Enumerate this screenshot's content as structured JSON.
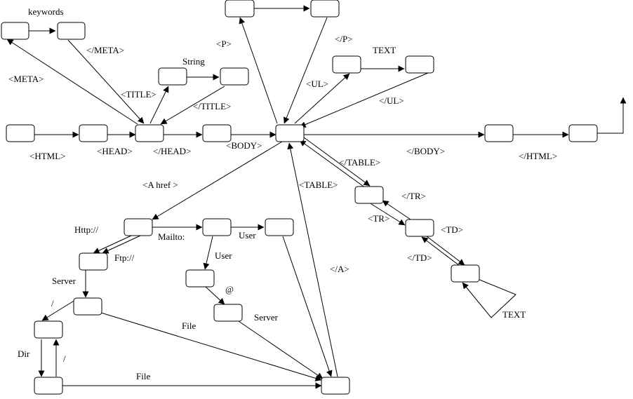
{
  "labels": {
    "keywords": "keywords",
    "meta_open": "<META>",
    "meta_close": "</META>",
    "title_open": "<TITLE>",
    "string": "String",
    "title_close": "</TITLE>",
    "html_open": "<HTML>",
    "head_open": "<HEAD>",
    "head_close": "</HEAD>",
    "body_open": "<BODY>",
    "body_close": "</BODY>",
    "html_close": "</HTML>",
    "p_open": "<P>",
    "p_close": "</P>",
    "ul_open": "<UL>",
    "text_ul": "TEXT",
    "ul_close": "</UL>",
    "table_close": "</TABLE>",
    "table_open": "<TABLE>",
    "tr_close": "</TR>",
    "tr_open": "<TR>",
    "td_open": "<TD>",
    "td_close": "</TD>",
    "text_td": "TEXT",
    "a_href": "<A href >",
    "http": "Http://",
    "ftp": "Ftp://",
    "mailto": "Mailto:",
    "user_top": "User",
    "user_mid": "User",
    "at": "@",
    "server_mail": "Server",
    "server_ftp": "Server",
    "slash_top": "/",
    "dir": "Dir",
    "slash_bottom": "/",
    "file_upper": "File",
    "file_lower": "File",
    "a_close": "</A>"
  }
}
